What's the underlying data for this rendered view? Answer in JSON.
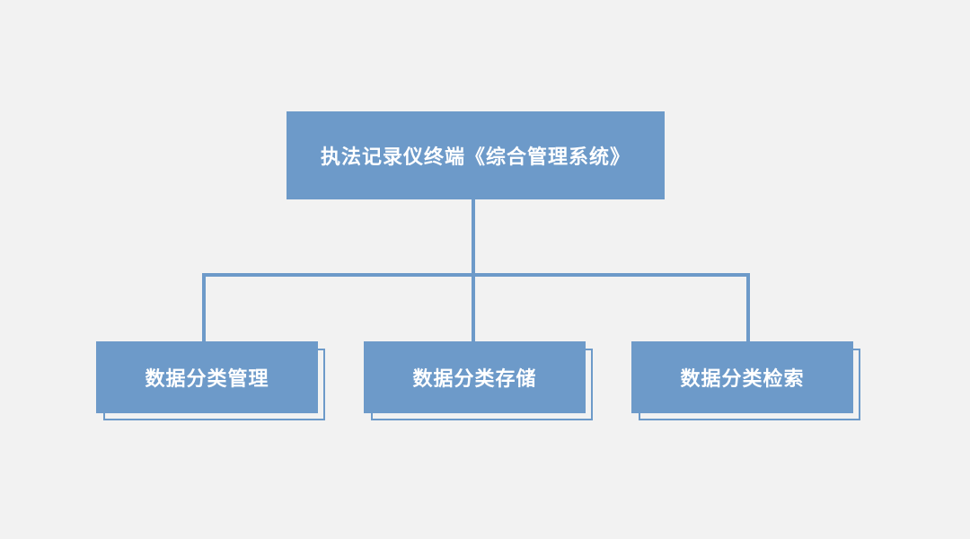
{
  "colors": {
    "background": "#F2F2F2",
    "accent": "#6D9AC9",
    "node_text": "#FFFFFF"
  },
  "diagram": {
    "root": {
      "label": "执法记录仪终端《综合管理系统》"
    },
    "children": [
      {
        "label": "数据分类管理"
      },
      {
        "label": "数据分类存储"
      },
      {
        "label": "数据分类检索"
      }
    ]
  }
}
